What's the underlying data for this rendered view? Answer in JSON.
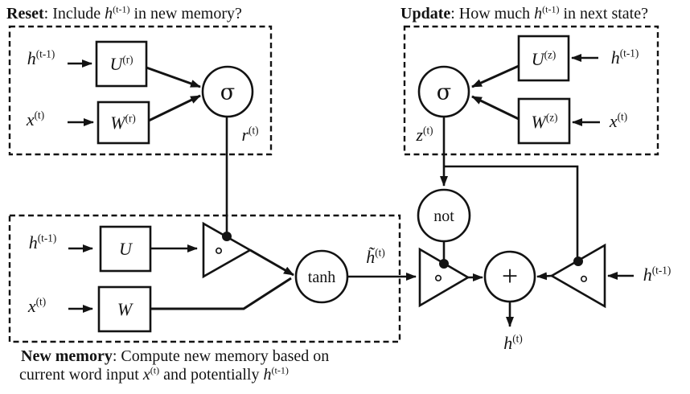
{
  "colors": {
    "ink": "#131313",
    "background": "#ffffff"
  },
  "reset_section": {
    "title": {
      "bold": "Reset",
      "sep": ": Include ",
      "var": "h",
      "var_sup": "(t-1)",
      "tail": " in new memory?"
    },
    "input_h": {
      "base": "h",
      "sup": "(t-1)"
    },
    "input_x": {
      "base": "x",
      "sup": "(t)"
    },
    "box_u": {
      "base": "U",
      "sup": "(r)"
    },
    "box_w": {
      "base": "W",
      "sup": "(r)"
    },
    "sigma": "σ",
    "output": {
      "base": "r",
      "sup": "(t)"
    }
  },
  "update_section": {
    "title": {
      "bold": "Update",
      "sep": ": How much ",
      "var": "h",
      "var_sup": "(t-1)",
      "tail": " in next state?"
    },
    "input_h": {
      "base": "h",
      "sup": "(t-1)"
    },
    "input_x": {
      "base": "x",
      "sup": "(t)"
    },
    "box_u": {
      "base": "U",
      "sup": "(z)"
    },
    "box_w": {
      "base": "W",
      "sup": "(z)"
    },
    "sigma": "σ",
    "output": {
      "base": "z",
      "sup": "(t)"
    }
  },
  "new_memory_section": {
    "input_h": {
      "base": "h",
      "sup": "(t-1)"
    },
    "input_x": {
      "base": "x",
      "sup": "(t)"
    },
    "box_u": {
      "base": "U",
      "sup": ""
    },
    "box_w": {
      "base": "W",
      "sup": ""
    },
    "hadamard": "∘",
    "tanh": "tanh",
    "output": {
      "base": "h̃",
      "sup": "(t)"
    },
    "caption_line1": {
      "bold": "New memory",
      "rest": ": Compute new memory based on"
    },
    "caption_line2": {
      "pre": "current word input ",
      "var1": "x",
      "sup1": "(t)",
      "mid": " and potentially ",
      "var2": "h",
      "sup2": "(t-1)"
    }
  },
  "output_section": {
    "not_gate": "not",
    "plus": "+",
    "hadamard_left": "∘",
    "hadamard_right": "∘",
    "input_h": {
      "base": "h",
      "sup": "(t-1)"
    },
    "output": {
      "base": "h",
      "sup": "(t)"
    }
  }
}
